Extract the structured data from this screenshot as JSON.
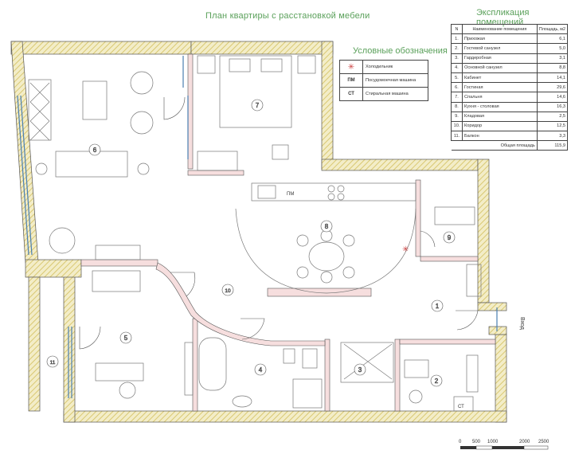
{
  "title": "План квартиры с расстановкой мебели",
  "explication": {
    "title": "Экспликация помещений",
    "headers": [
      "N",
      "Наименование помещения",
      "Площадь, м2"
    ],
    "rows": [
      {
        "n": "1.",
        "name": "Прихожая",
        "area": "6,1"
      },
      {
        "n": "2.",
        "name": "Гостевой санузел",
        "area": "5,0"
      },
      {
        "n": "3.",
        "name": "Гардеробная",
        "area": "3,1"
      },
      {
        "n": "4.",
        "name": "Основной санузел",
        "area": "8,8"
      },
      {
        "n": "5.",
        "name": "Кабинет",
        "area": "14,1"
      },
      {
        "n": "6.",
        "name": "Гостиная",
        "area": "29,6"
      },
      {
        "n": "7.",
        "name": "Спальня",
        "area": "14,6"
      },
      {
        "n": "8.",
        "name": "Кухня - столовая",
        "area": "16,3"
      },
      {
        "n": "9.",
        "name": "Кладовая",
        "area": "2,5"
      },
      {
        "n": "10.",
        "name": "Коридор",
        "area": "12,5"
      },
      {
        "n": "11.",
        "name": "Балкон",
        "area": "3,3"
      }
    ],
    "total_label": "Общая площадь",
    "total_value": "115,9"
  },
  "legend": {
    "title": "Условные обозначения",
    "items": [
      {
        "symbol": "✳",
        "label": "Холодильник"
      },
      {
        "symbol": "ПМ",
        "label": "Посудомоечная машина"
      },
      {
        "symbol": "СТ",
        "label": "Стиральная машина"
      }
    ]
  },
  "plan": {
    "room_numbers": [
      "1",
      "2",
      "3",
      "4",
      "5",
      "6",
      "7",
      "8",
      "9",
      "10",
      "11"
    ],
    "entrance_label": "Вход",
    "pm_mark": "ПМ",
    "ct_mark": "СТ"
  },
  "scale_bar": {
    "labels": [
      "0",
      "500",
      "1000",
      "2000",
      "2500"
    ]
  },
  "colors": {
    "title_green": "#5aa05a",
    "wall_hatch": "#e9dfa6",
    "window_blue": "#4a7fb0",
    "furniture": "#777777",
    "bathroom_accent": "#c77a7a"
  }
}
